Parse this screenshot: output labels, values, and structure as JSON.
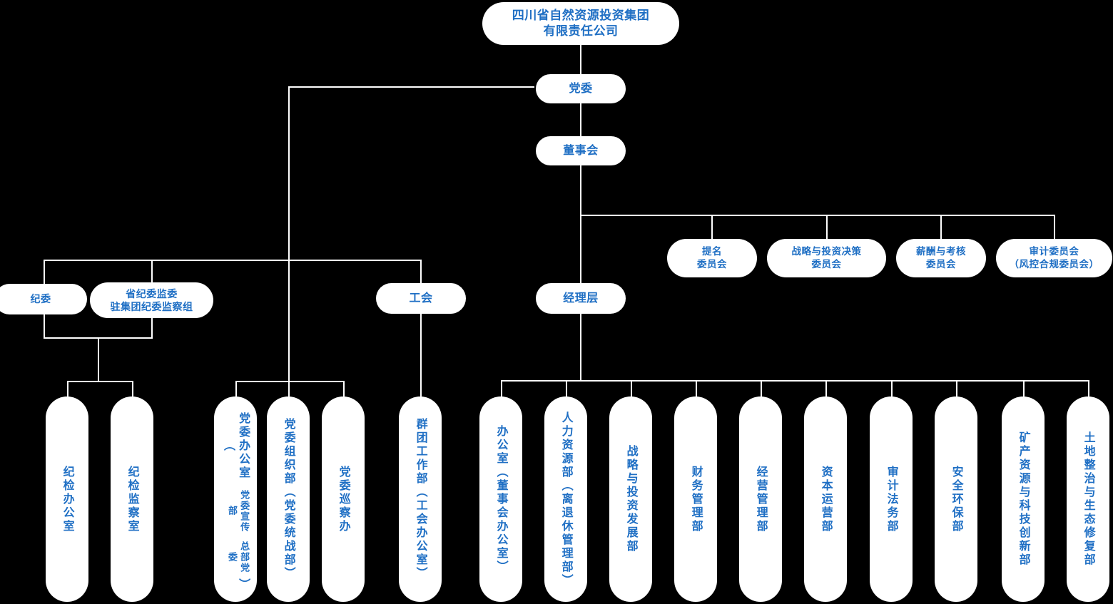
{
  "meta": {
    "title": "四川省自然资源投资集团有限责任公司 组织结构图",
    "background_color": "#000000",
    "node_fill": "#ffffff",
    "text_color": "#1f6fc4",
    "line_color": "#ffffff"
  },
  "root": {
    "label": "四川省自然资源投资集团\n有限责任公司",
    "line1": "四川省自然资源投资集团",
    "line2": "有限责任公司"
  },
  "governance": {
    "party_committee": "党委",
    "board_of_directors": "董事会",
    "management": "经理层",
    "discipline_committee": "纪委",
    "provincial_inspection_group_line1": "省纪委监委",
    "provincial_inspection_group_line2": "驻集团纪委监察组",
    "labor_union": "工会"
  },
  "board_committees": [
    {
      "line1": "提名",
      "line2": "委员会"
    },
    {
      "line1": "战略与投资决策",
      "line2": "委员会"
    },
    {
      "line1": "薪酬与考核",
      "line2": "委员会"
    },
    {
      "line1": "审计委员会",
      "line2": "（风控合规委员会）"
    }
  ],
  "discipline_departments": [
    {
      "label": "纪检办公室"
    },
    {
      "label": "纪检监察室"
    }
  ],
  "party_departments": [
    {
      "main": "党委办公室（",
      "sub_col_a": "党委宣传部",
      "sub_col_b": "总部党委",
      "tail": "）",
      "full": "党委办公室（党委宣传部、总部党委）"
    },
    {
      "main": "党委组织部（党委统战部）",
      "full": "党委组织部（党委统战部）"
    },
    {
      "main": "党委巡察办",
      "full": "党委巡察办"
    }
  ],
  "union_departments": [
    {
      "label": "群团工作部（工会办公室）"
    }
  ],
  "management_departments": [
    {
      "label": "办公室（董事会办公室）"
    },
    {
      "label": "人力资源部（离退休管理部）"
    },
    {
      "label": "战略与投资发展部"
    },
    {
      "label": "财务管理部"
    },
    {
      "label": "经营管理部"
    },
    {
      "label": "资本运营部"
    },
    {
      "label": "审计法务部"
    },
    {
      "label": "安全环保部"
    },
    {
      "label": "矿产资源与科技创新部"
    },
    {
      "label": "土地整治与生态修复部"
    }
  ]
}
